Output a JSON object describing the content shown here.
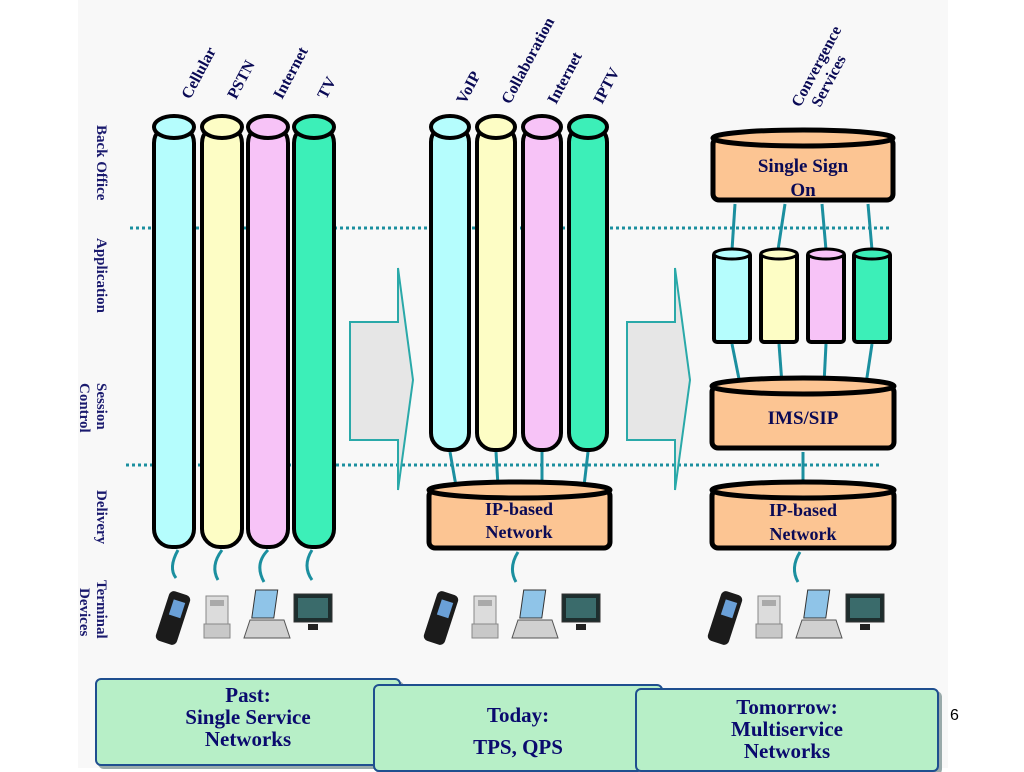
{
  "layers": {
    "back_office": "Back Office",
    "application": "Application",
    "session_control_1": "Session",
    "session_control_2": "Control",
    "delivery": "Delivery",
    "terminal_1": "Terminal",
    "terminal_2": "Devices"
  },
  "past": {
    "services": [
      "Cellular",
      "PSTN",
      "Internet",
      "TV"
    ]
  },
  "today": {
    "services": [
      "VoIP",
      "Collaboration",
      "Internet",
      "IPTV"
    ],
    "network_1": "IP-based",
    "network_2": "Network"
  },
  "tomorrow": {
    "header_1": "Convergence",
    "header_2": "Services",
    "sso_1": "Single Sign",
    "sso_2": "On",
    "ims": "IMS/SIP",
    "network_1": "IP-based",
    "network_2": "Network"
  },
  "captions": {
    "past_1": "Past:",
    "past_2": "Single Service",
    "past_3": "Networks",
    "today_1": "Today:",
    "today_2": "TPS, QPS",
    "tomorrow_1": "Tomorrow:",
    "tomorrow_2": "Multiservice",
    "tomorrow_3": "Networks"
  },
  "page_number": "6",
  "colors": {
    "cyan": "#b5fdfd",
    "yellow": "#fdfdc5",
    "pink": "#f7c3f7",
    "teal": "#3cefb8",
    "orange": "#fcc593",
    "arrow": "#e6e6e6",
    "arrow_border": "#2aa9a9"
  }
}
